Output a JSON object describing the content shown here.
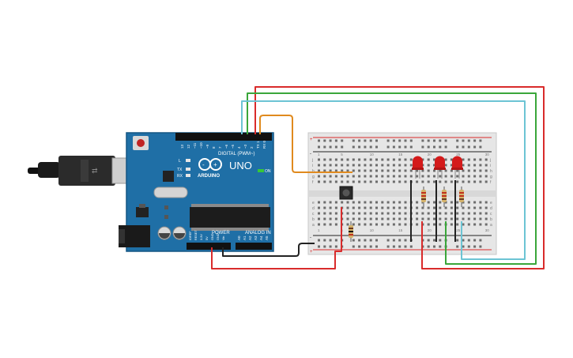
{
  "board": {
    "name": "ARDUINO",
    "model": "UNO",
    "on_label": "ON",
    "led_l": "L",
    "led_tx": "TX",
    "led_rx": "RX",
    "digital_label": "DIGITAL (PWM~)",
    "power_label": "POWER",
    "analog_label": "ANALOG IN",
    "aref": "AREF",
    "gnd": "GND",
    "digital_pins": [
      "13",
      "12",
      "~11",
      "~10",
      "~9",
      "8",
      "7",
      "~6",
      "~5",
      "4",
      "~3",
      "2",
      "TX 1",
      "RX 0"
    ],
    "power_pins": [
      "IOREF",
      "RESET",
      "3.3V",
      "5V",
      "GND",
      "GND",
      "Vin"
    ],
    "analog_pins": [
      "A0",
      "A1",
      "A2",
      "A3",
      "A4",
      "A5"
    ]
  },
  "breadboard": {
    "row_letters_top": [
      "j",
      "i",
      "h",
      "g",
      "f"
    ],
    "row_letters_bottom": [
      "e",
      "d",
      "c",
      "b",
      "a"
    ],
    "rail_plus": "+",
    "rail_minus": "-",
    "column_numbers": [
      "1",
      "5",
      "10",
      "15",
      "20",
      "25",
      "30"
    ]
  },
  "colors": {
    "board_blue": "#1f6fa6",
    "breadboard": "#e6e6e6",
    "wire_red": "#d92b2b",
    "wire_green": "#3aa63a",
    "wire_cyan": "#6cc4d4",
    "wire_orange": "#e08a1e",
    "wire_black": "#222222",
    "led_red": "#d41a1a"
  }
}
